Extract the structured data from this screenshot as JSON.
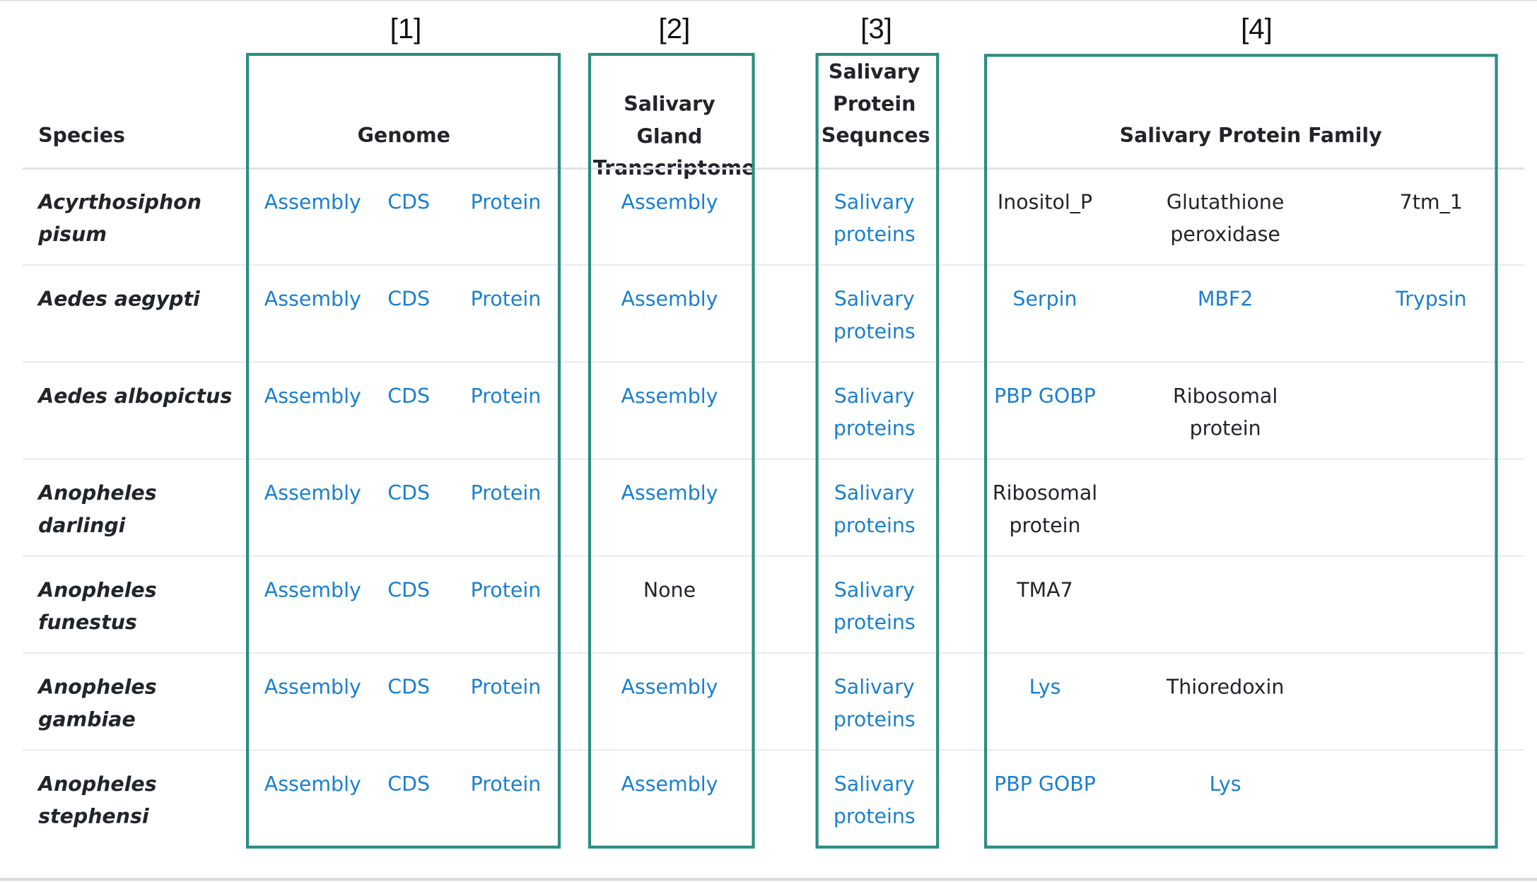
{
  "callouts": [
    "[1]",
    "[2]",
    "[3]",
    "[4]"
  ],
  "headers": {
    "species": "Species",
    "genome": "Genome",
    "transcriptome": "Salivary Gland Transcriptome",
    "sequences": "Salivary Protein Sequnces",
    "family": "Salivary Protein Family"
  },
  "rows": [
    {
      "species": "Acyrthosiphon pisum",
      "genome": [
        "Assembly",
        "CDS",
        "Protein"
      ],
      "transcriptome": {
        "text": "Assembly",
        "link": true
      },
      "sequences": "Salivary proteins",
      "families": [
        {
          "text": "Inositol_P",
          "link": false
        },
        {
          "text": "Glutathione peroxidase",
          "link": false
        },
        {
          "text": "7tm_1",
          "link": false
        }
      ]
    },
    {
      "species": "Aedes aegypti",
      "genome": [
        "Assembly",
        "CDS",
        "Protein"
      ],
      "transcriptome": {
        "text": "Assembly",
        "link": true
      },
      "sequences": "Salivary proteins",
      "families": [
        {
          "text": "Serpin",
          "link": true
        },
        {
          "text": "MBF2",
          "link": true
        },
        {
          "text": "Trypsin",
          "link": true
        }
      ]
    },
    {
      "species": "Aedes albopictus",
      "genome": [
        "Assembly",
        "CDS",
        "Protein"
      ],
      "transcriptome": {
        "text": "Assembly",
        "link": true
      },
      "sequences": "Salivary proteins",
      "families": [
        {
          "text": "PBP GOBP",
          "link": true
        },
        {
          "text": "Ribosomal protein",
          "link": false
        }
      ]
    },
    {
      "species": "Anopheles darlingi",
      "genome": [
        "Assembly",
        "CDS",
        "Protein"
      ],
      "transcriptome": {
        "text": "Assembly",
        "link": true
      },
      "sequences": "Salivary proteins",
      "families": [
        {
          "text": "Ribosomal protein",
          "link": false
        }
      ]
    },
    {
      "species": "Anopheles funestus",
      "genome": [
        "Assembly",
        "CDS",
        "Protein"
      ],
      "transcriptome": {
        "text": "None",
        "link": false
      },
      "sequences": "Salivary proteins",
      "families": [
        {
          "text": "TMA7",
          "link": false
        }
      ]
    },
    {
      "species": "Anopheles gambiae",
      "genome": [
        "Assembly",
        "CDS",
        "Protein"
      ],
      "transcriptome": {
        "text": "Assembly",
        "link": true
      },
      "sequences": "Salivary proteins",
      "families": [
        {
          "text": "Lys",
          "link": true
        },
        {
          "text": "Thioredoxin",
          "link": false
        }
      ]
    },
    {
      "species": "Anopheles stephensi",
      "genome": [
        "Assembly",
        "CDS",
        "Protein"
      ],
      "transcriptome": {
        "text": "Assembly",
        "link": true
      },
      "sequences": "Salivary proteins",
      "families": [
        {
          "text": "PBP GOBP",
          "link": true
        },
        {
          "text": "Lys",
          "link": true
        }
      ]
    }
  ],
  "colors": {
    "link": "#1a7fd0",
    "box": "#2a8c80",
    "text": "#212529"
  }
}
